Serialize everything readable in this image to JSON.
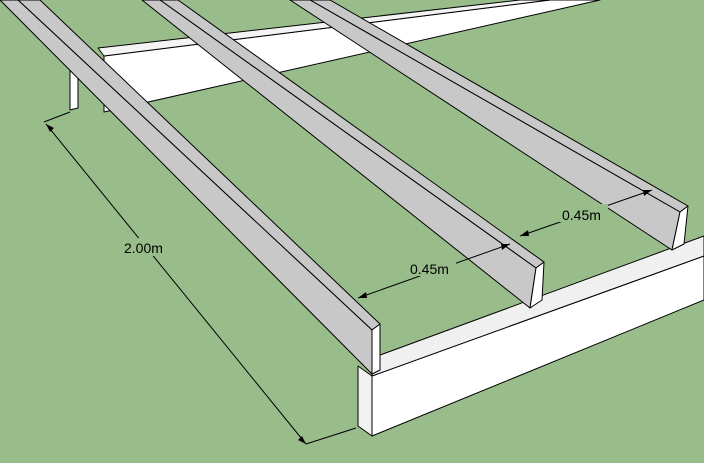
{
  "scene": {
    "background_color": "#99bd8a",
    "beam_top_color": "#c8c8c8",
    "beam_side_color": "#ffffff",
    "beam_end_color": "#f2f2f2"
  },
  "dimensions": {
    "length_label": "2.00m",
    "spacing_label_front": "0.45m",
    "spacing_label_back": "0.45m"
  }
}
